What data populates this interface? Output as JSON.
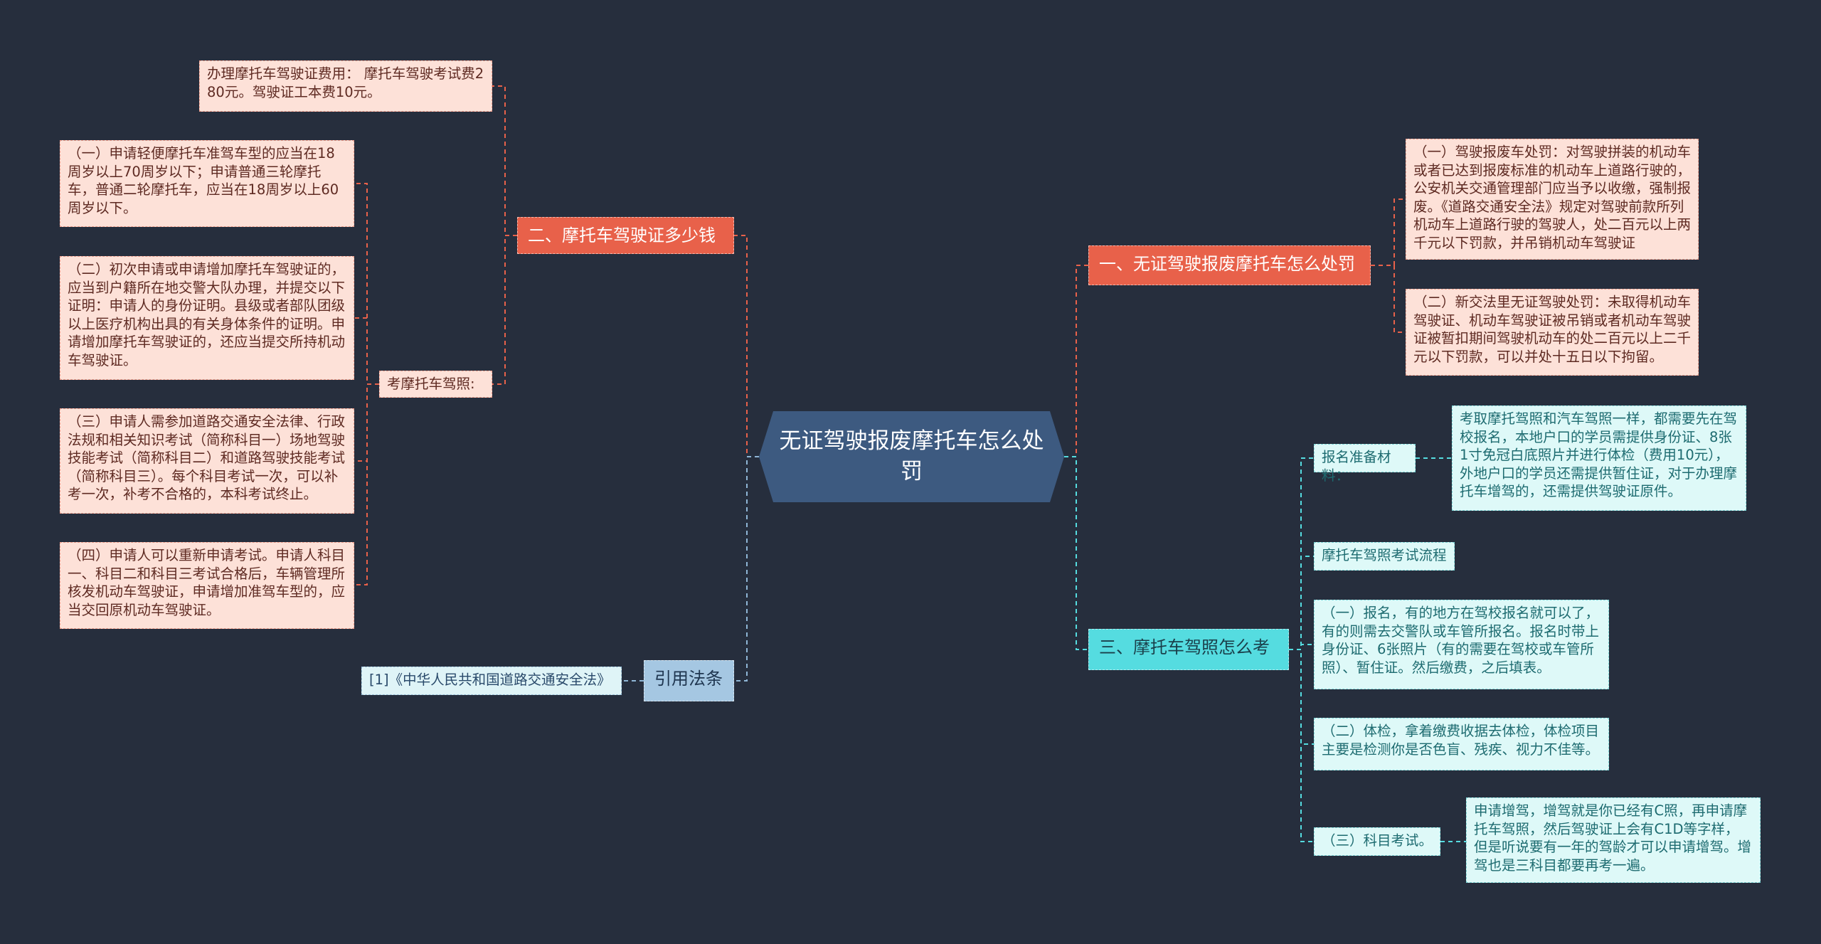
{
  "root": {
    "title": "无证驾驶报废摩托车怎么处罚"
  },
  "branches": {
    "b1": {
      "label": "一、无证驾驶报废摩托车怎么处罚"
    },
    "b2": {
      "label": "二、摩托车驾驶证多少钱"
    },
    "b3": {
      "label": "三、摩托车驾照怎么考"
    },
    "b4": {
      "label": "引用法条"
    }
  },
  "leaves": {
    "fee": "办理摩托车驾驶证费用： 摩托车驾驶考试费280元。驾驶证工本费10元。",
    "exam_label": "考摩托车驾照:",
    "req1": "（一）申请轻便摩托车准驾车型的应当在18周岁以上70周岁以下；申请普通三轮摩托车，普通二轮摩托车，应当在18周岁以上60周岁以下。",
    "req2": "（二）初次申请或申请增加摩托车驾驶证的，应当到户籍所在地交警大队办理，并提交以下证明：申请人的身份证明。县级或者部队团级以上医疗机构出具的有关身体条件的证明。申请增加摩托车驾驶证的，还应当提交所持机动车驾驶证。",
    "req3": "（三）申请人需参加道路交通安全法律、行政法规和相关知识考试（简称科目一）场地驾驶技能考试（简称科目二）和道路驾驶技能考试（简称科目三）。每个科目考试一次，可以补考一次，补考不合格的，本科考试终止。",
    "req4": "（四）申请人可以重新申请考试。申请人科目一、科目二和科目三考试合格后，车辆管理所核发机动车驾驶证，申请增加准驾车型的，应当交回原机动车驾驶证。",
    "law": "[1]《中华人民共和国道路交通安全法》",
    "pen1": "（一）驾驶报废车处罚：对驾驶拼装的机动车或者已达到报废标准的机动车上道路行驶的，公安机关交通管理部门应当予以收缴，强制报废。《道路交通安全法》规定对驾驶前款所列机动车上道路行驶的驾驶人，处二百元以上两千元以下罚款，并吊销机动车驾驶证",
    "pen2": "（二）新交法里无证驾驶处罚：未取得机动车驾驶证、机动车驾驶证被吊销或者机动车驾驶证被暂扣期间驾驶机动车的处二百元以上二千元以下罚款，可以并处十五日以下拘留。",
    "mat_label": "报名准备材料：",
    "mat_text": "考取摩托驾照和汽车驾照一样，都需要先在驾校报名，本地户口的学员需提供身份证、8张1寸免冠白底照片并进行体检（费用10元），外地户口的学员还需提供暂住证，对于办理摩托车增驾的，还需提供驾驶证原件。",
    "flow": "摩托车驾照考试流程",
    "step1": "（一）报名，有的地方在驾校报名就可以了，有的则需去交警队或车管所报名。报名时带上身份证、6张照片（有的需要在驾校或车管所照）、暂住证。然后缴费，之后填表。",
    "step2": "（二）体检，拿着缴费收据去体检，体检项目主要是检测你是否色盲、残疾、视力不佳等。",
    "step3_label": "（三）科目考试。",
    "step3_text": "申请增驾，增驾就是你已经有C照，再申请摩托车驾照，然后驾驶证上会有C1D等字样，但是听说要有一年的驾龄才可以申请增驾。增驾也是三科目都要再考一遍。"
  },
  "colors": {
    "background": "#262e3d",
    "root": "#3d5a80",
    "red_branch": "#e8614a",
    "cyan_branch": "#55dce0",
    "blue_branch": "#a5c7e2",
    "pink_leaf": "#fde1d8",
    "cyan_leaf": "#def9f8"
  }
}
